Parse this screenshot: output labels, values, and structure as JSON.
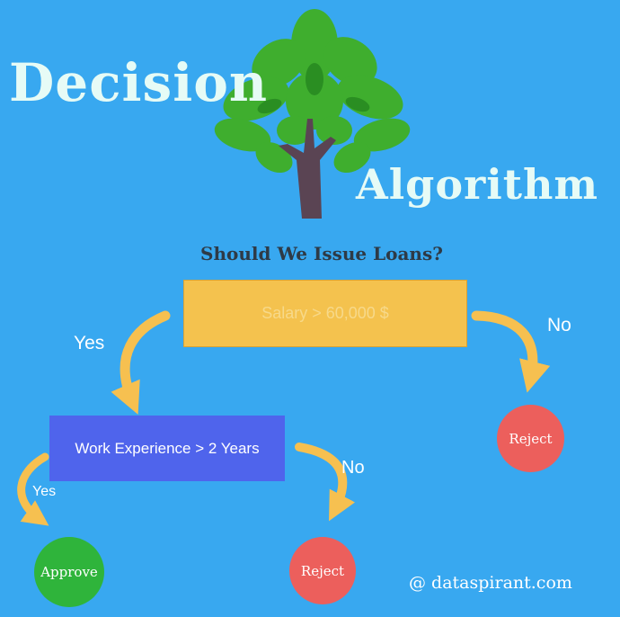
{
  "title": {
    "word1": "Decision",
    "word2": "Algorithm"
  },
  "question": "Should We Issue Loans?",
  "nodes": {
    "salary": "Salary > 60,000 $",
    "work": "Work Experience > 2 Years",
    "reject_top": "Reject",
    "approve": "Approve",
    "reject_bottom": "Reject"
  },
  "edges": {
    "salary_yes": "Yes",
    "salary_no": "No",
    "work_yes": "Yes",
    "work_no": "No"
  },
  "credit": "@ dataspirant.com",
  "colors": {
    "background": "#38a8f0",
    "condition_primary": "#f4c24e",
    "condition_secondary": "#4f64ec",
    "reject": "#ec5f5c",
    "approve": "#2fb43b",
    "arrow": "#f6c050",
    "tree_leaves": "#3fae2e",
    "tree_trunk": "#5a4453"
  },
  "icons": {
    "tree": "tree-icon"
  }
}
